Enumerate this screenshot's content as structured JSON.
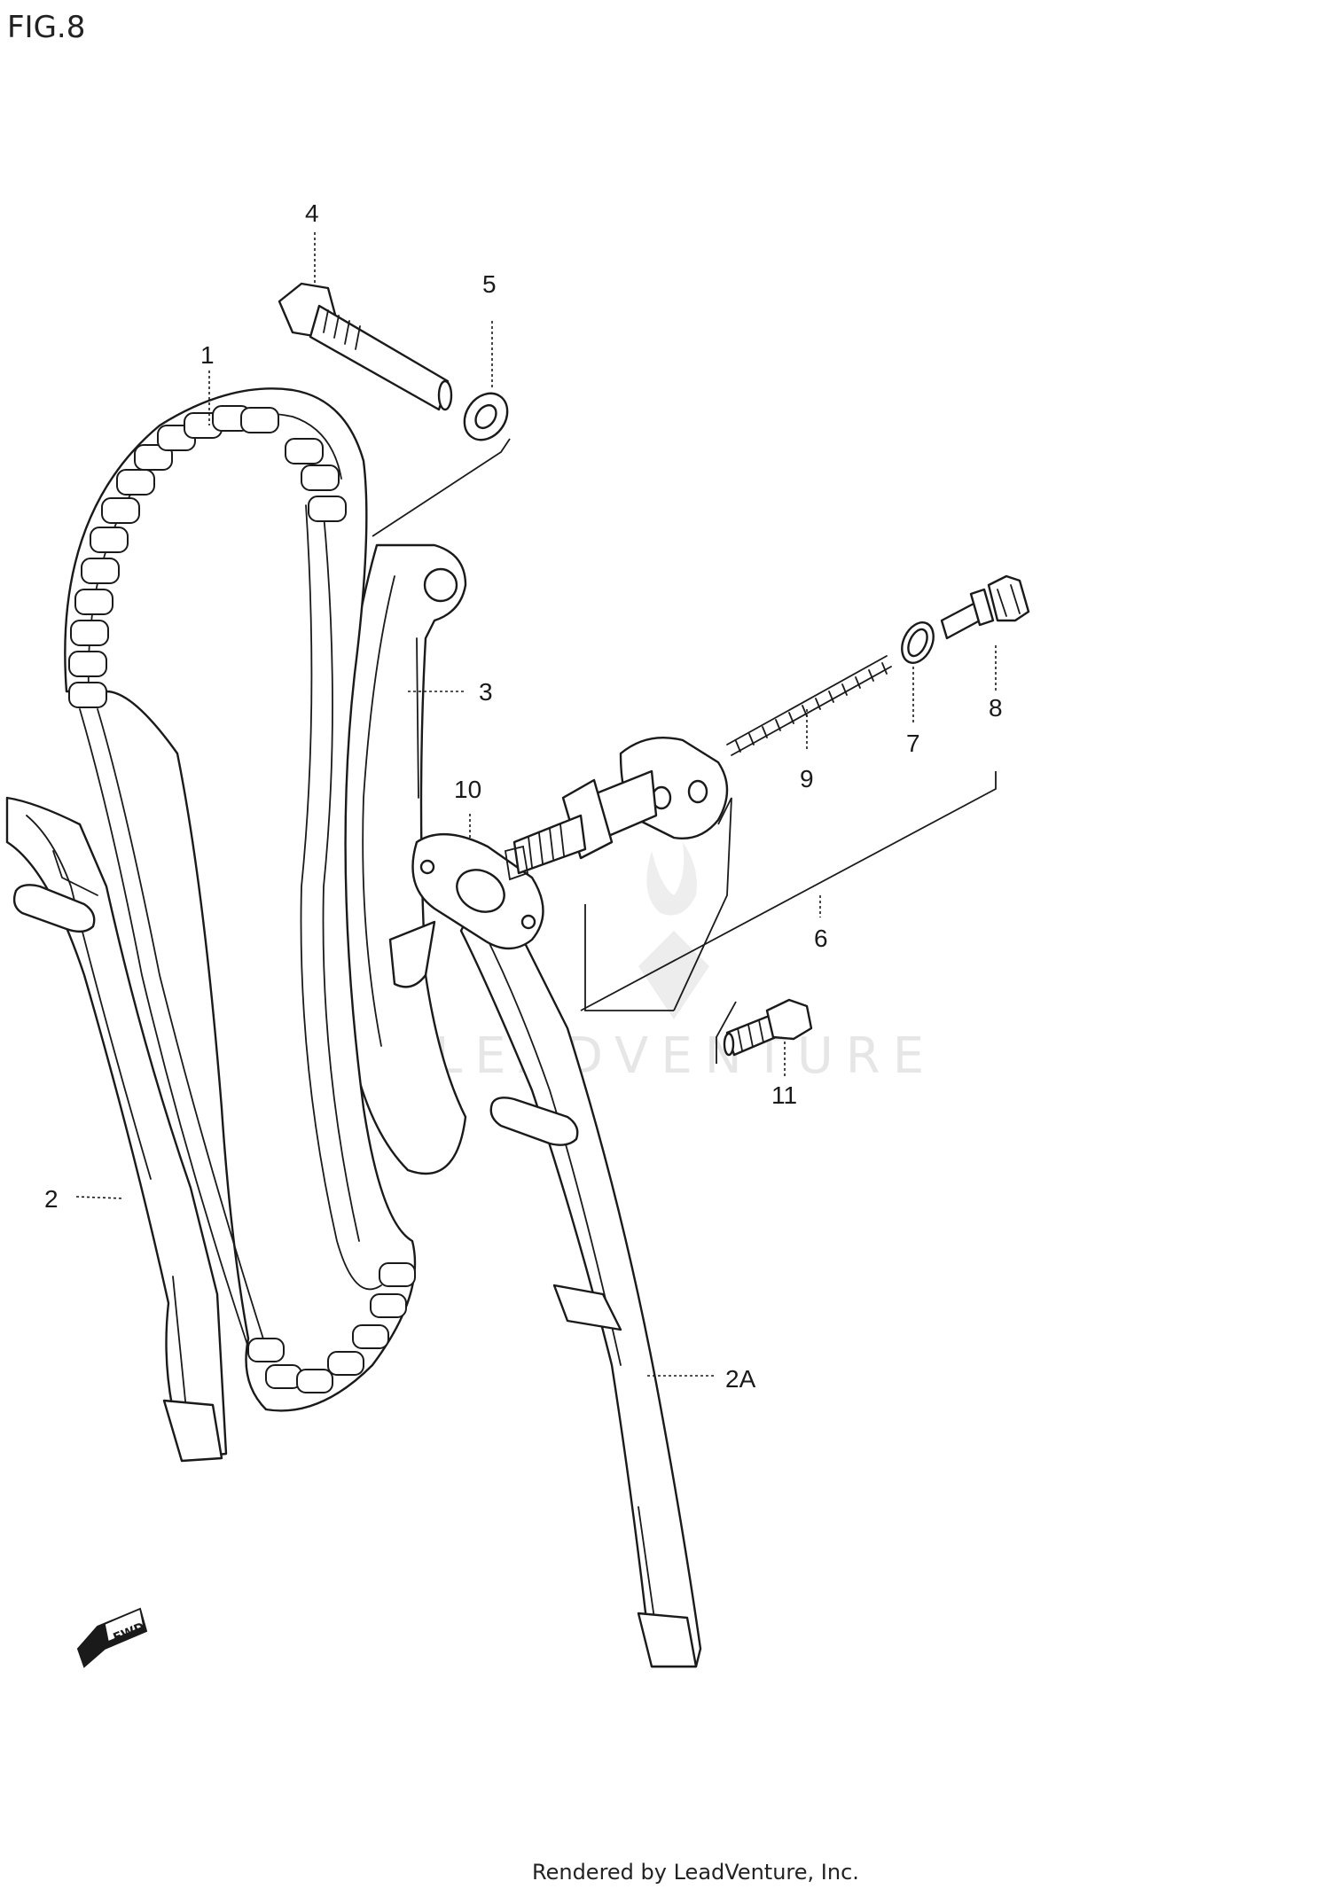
{
  "figure_label": "FIG.8",
  "footer_text": "Rendered by LeadVenture, Inc.",
  "watermark_text": "LEADVENTURE",
  "fwd_label": "FWD",
  "callouts": {
    "c1": "1",
    "c2": "2",
    "c2a": "2A",
    "c3": "3",
    "c4": "4",
    "c5": "5",
    "c6": "6",
    "c7": "7",
    "c8": "8",
    "c9": "9",
    "c10": "10",
    "c11": "11"
  }
}
